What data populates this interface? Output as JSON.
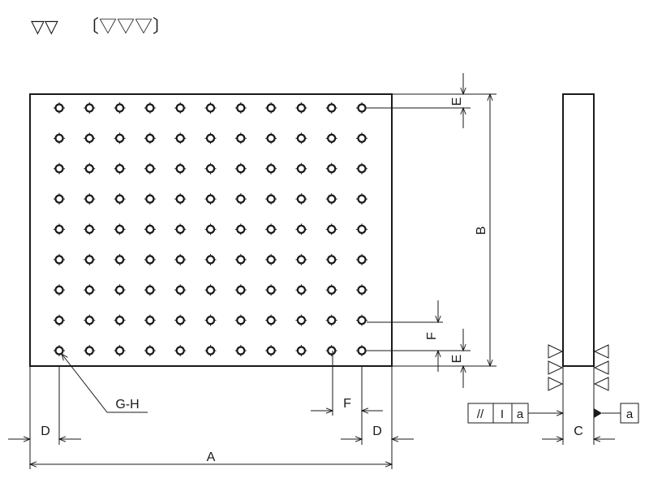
{
  "surface_finish": {
    "symbol_main": "▽▽",
    "symbol_alt": "〔▽▽▽〕"
  },
  "plate": {
    "fill_color": "#e8f4fc",
    "outline_color": "#1a1a1a",
    "hole_columns": 11,
    "hole_rows": 9
  },
  "dimensions": {
    "A": "A",
    "B": "B",
    "C": "C",
    "D_left": "D",
    "D_right": "D",
    "E_top": "E",
    "E_bottom": "E",
    "F_vertical": "F",
    "F_horizontal": "F",
    "hole_callout": "G-H"
  },
  "tolerance_frame": {
    "symbol": "//",
    "value": "I",
    "datum": "a"
  },
  "datum_label": "a"
}
